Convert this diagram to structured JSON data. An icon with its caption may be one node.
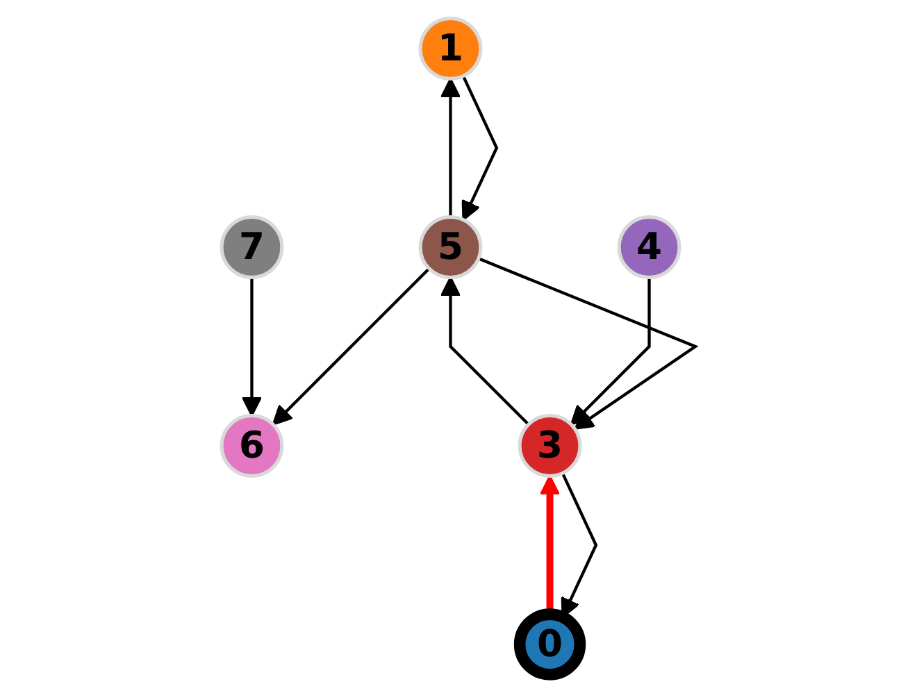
{
  "diagram": {
    "nodes": [
      {
        "text": [
          "6"
        ]
      },
      {
        "text": [
          "1"
        ]
      },
      {
        "text": [
          "5"
        ]
      },
      {
        "text": [
          "7"
        ]
      },
      {
        "text": [
          "3"
        ]
      },
      {
        "text": [
          "4"
        ]
      },
      {
        "text": [
          "0"
        ]
      }
    ],
    "edges": [
      {
        "from": 2,
        "to": 1,
        "arrow": "to"
      },
      {
        "from": 1,
        "to": 2,
        "arrow": "to"
      },
      {
        "from": 2,
        "to": 0,
        "arrow": "to"
      },
      {
        "from": 3,
        "to": 0,
        "arrow": "to"
      },
      {
        "from": 2,
        "to": 4,
        "arrow": "to"
      },
      {
        "from": 4,
        "to": 2,
        "arrow": "to"
      },
      {
        "from": 5,
        "to": 4,
        "arrow": "to"
      },
      {
        "from": 6,
        "to": 4,
        "arrow": "to",
        "style": "thick",
        "color": "#ff0000"
      },
      {
        "from": 4,
        "to": 6,
        "arrow": "to"
      }
    ]
  }
}
